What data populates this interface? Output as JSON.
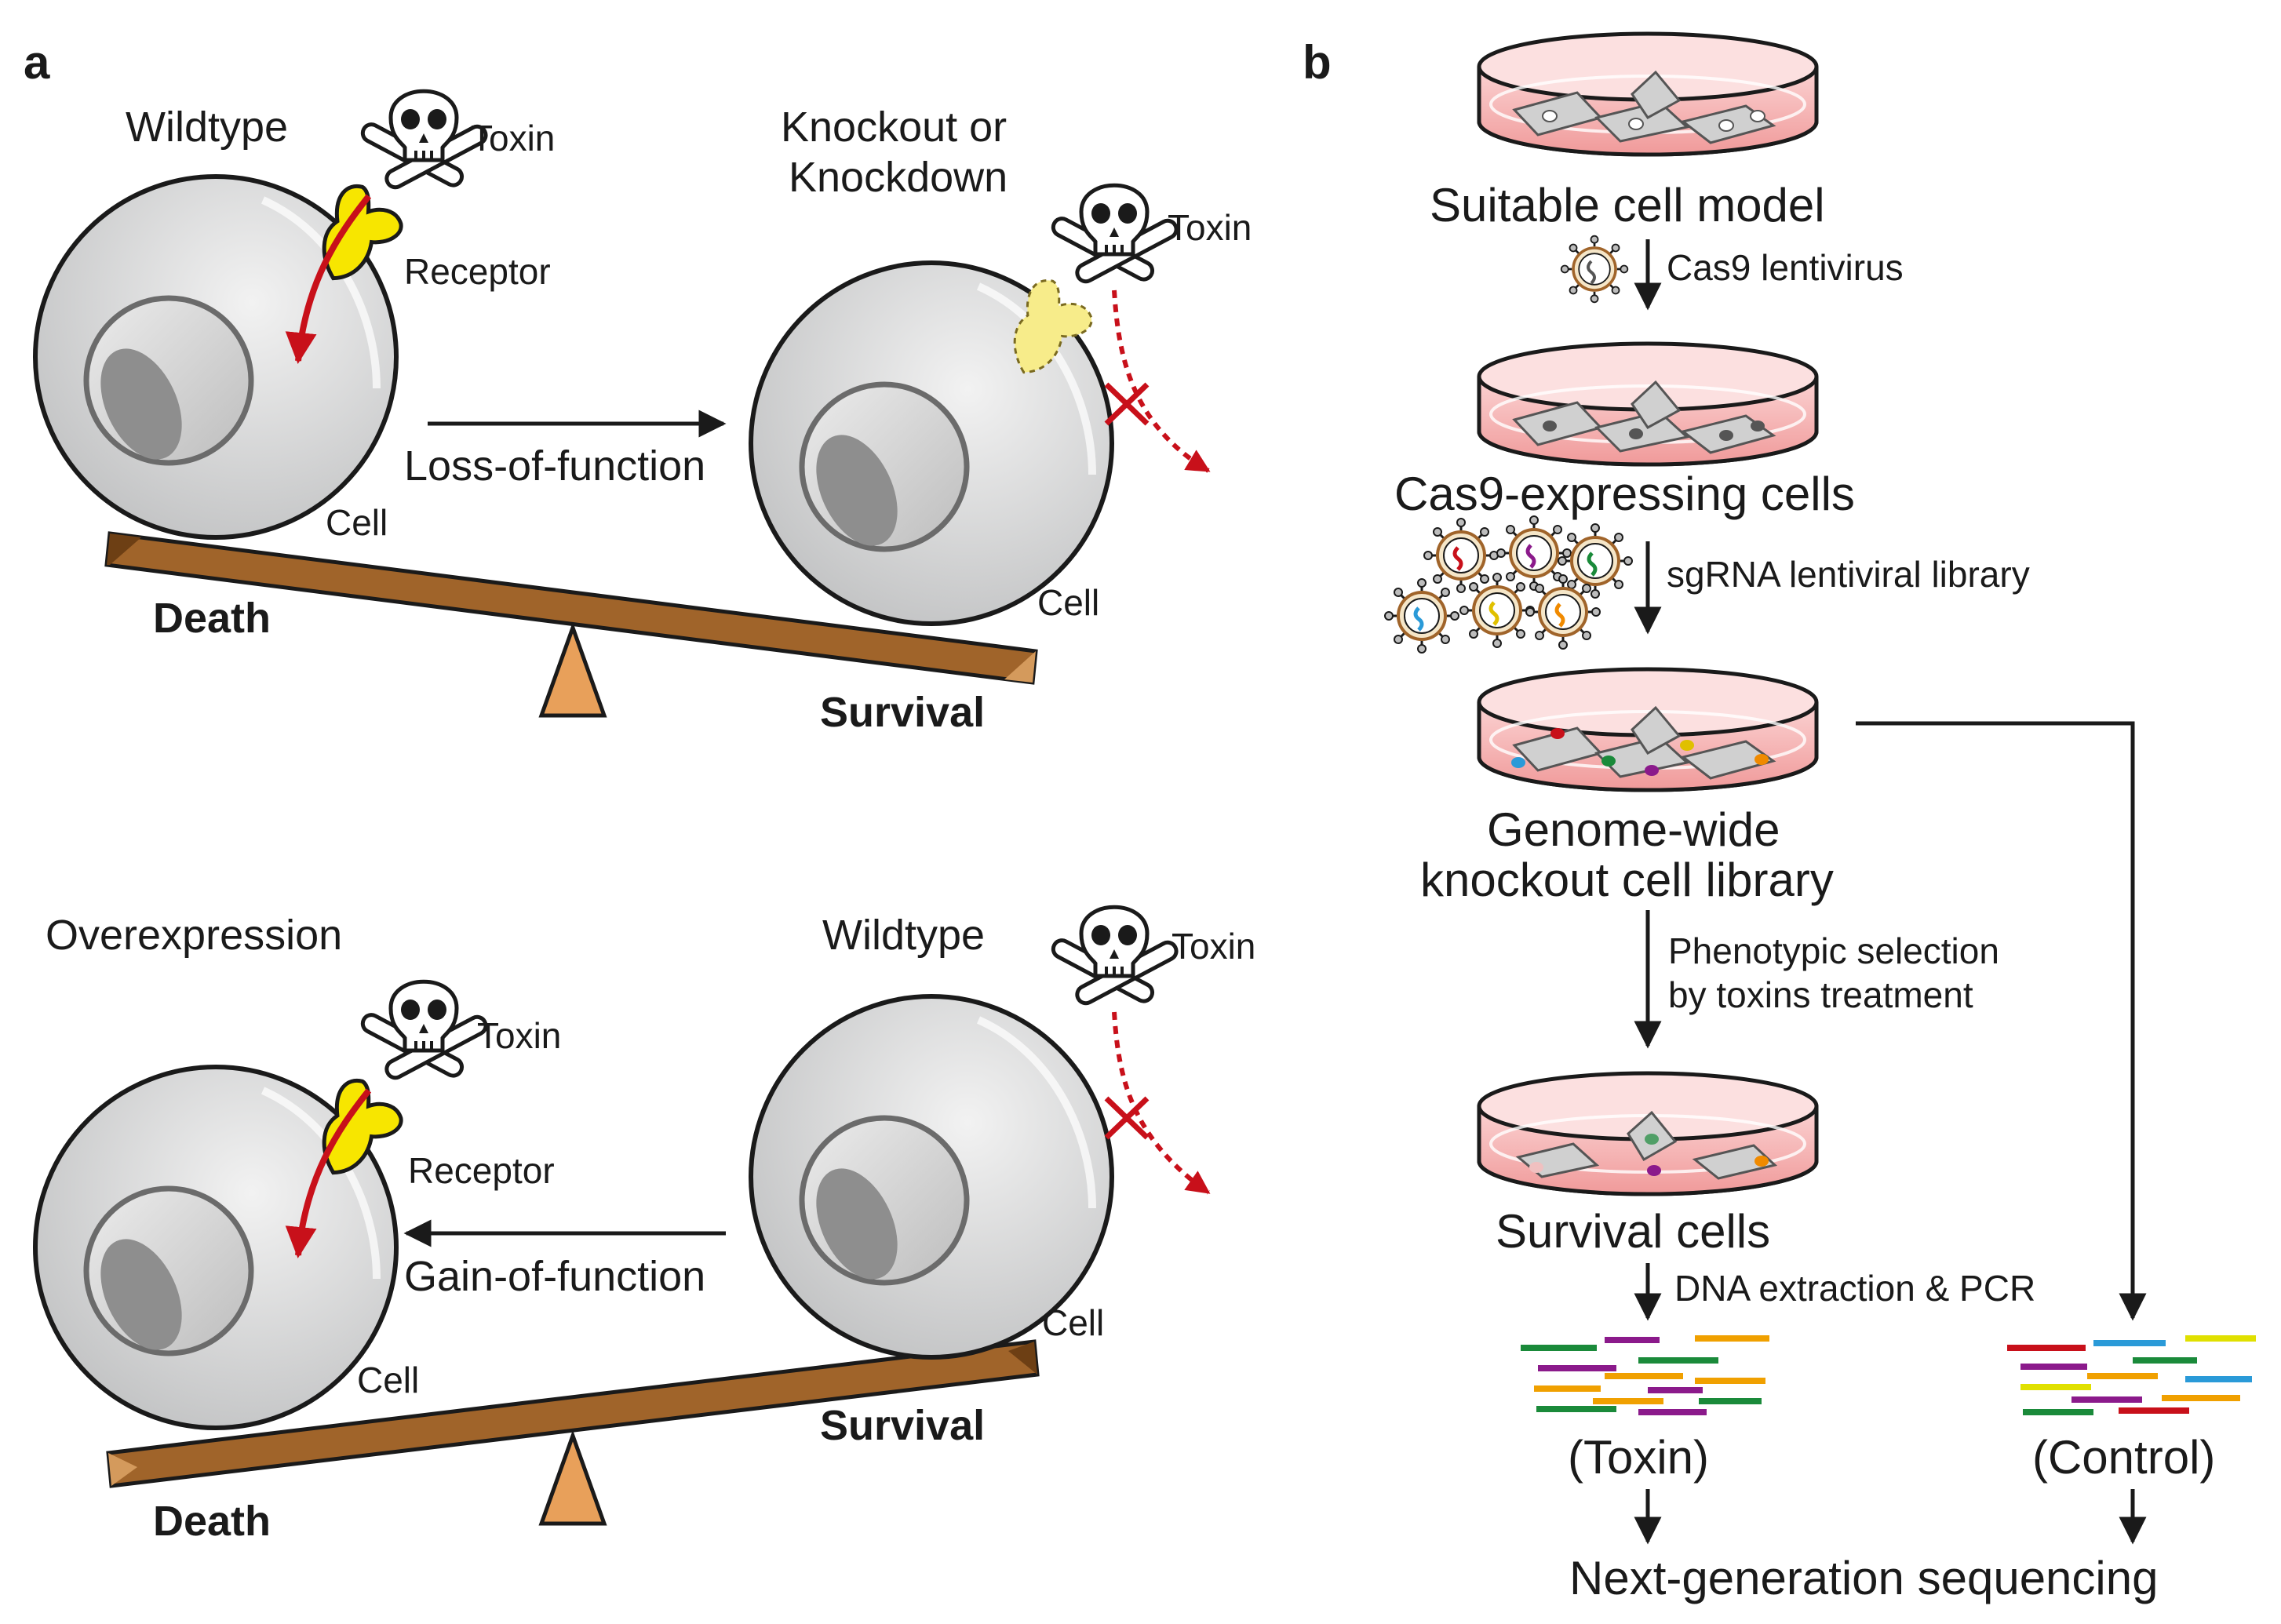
{
  "panel_a": {
    "label": "a",
    "top_left": {
      "title": "Wildtype",
      "toxin": "Toxin",
      "receptor": "Receptor",
      "cell": "Cell"
    },
    "top_right": {
      "title_line1": "Knockout or",
      "title_line2": "Knockdown",
      "toxin": "Toxin",
      "cell": "Cell"
    },
    "top_arrow": "Loss-of-function",
    "top_death": "Death",
    "top_survival": "Survival",
    "bottom_left": {
      "title": "Overexpression",
      "toxin": "Toxin",
      "receptor": "Receptor",
      "cell": "Cell"
    },
    "bottom_right": {
      "title": "Wildtype",
      "toxin": "Toxin",
      "cell": "Cell"
    },
    "bottom_arrow": "Gain-of-function",
    "bottom_death": "Death",
    "bottom_survival": "Survival"
  },
  "panel_b": {
    "label": "b",
    "dish1": "Suitable cell model",
    "step1": "Cas9 lentivirus",
    "dish2": "Cas9-expressing cells",
    "step2": "sgRNA lentiviral library",
    "dish3_line1": "Genome-wide",
    "dish3_line2": "knockout cell library",
    "step3_line1": "Phenotypic selection",
    "step3_line2": "by toxins treatment",
    "dish4": "Survival cells",
    "step4": "DNA extraction & PCR",
    "reads_left": "(Toxin)",
    "reads_right": "(Control)",
    "final": "Next-generation sequencing"
  },
  "colors": {
    "cell_fill": "#d9dadb",
    "cell_stroke": "#1a1a1a",
    "receptor": "#f7e600",
    "arrow_red": "#c8101a",
    "seesaw": "#a0642a",
    "fulcrum": "#e8a05a",
    "dish": "#f4a6a6",
    "virus_capsid": "#f5e6c8"
  }
}
